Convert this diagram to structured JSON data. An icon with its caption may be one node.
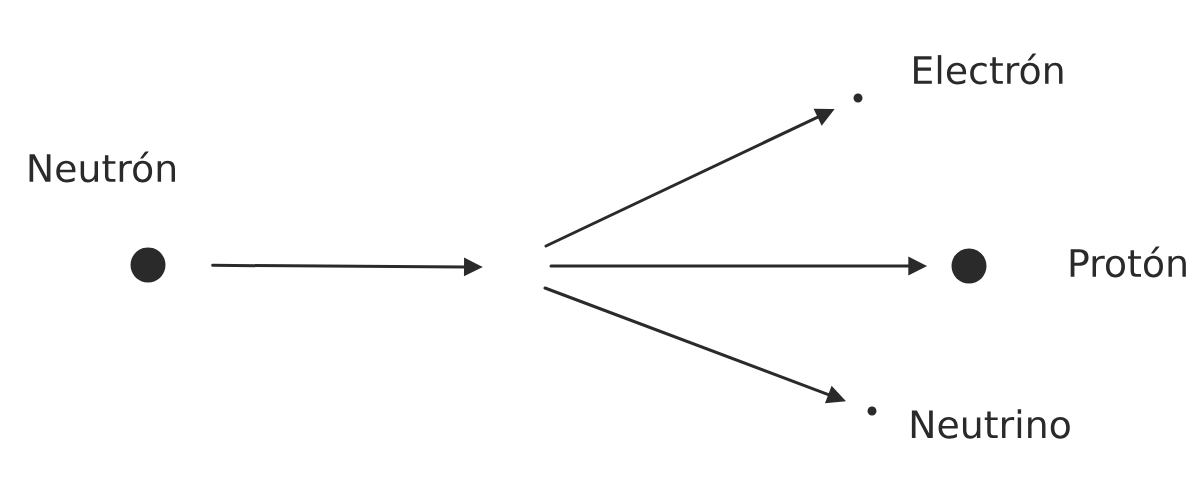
{
  "diagram": {
    "nodes": [
      {
        "text": [],
        "shape": "circle",
        "beside": [
          "Neutrón"
        ]
      },
      {
        "text": [],
        "shape": "circle",
        "beside": [
          "Electrón"
        ]
      },
      {
        "text": [],
        "shape": "circle",
        "beside": [
          "Protón"
        ]
      },
      {
        "text": [],
        "shape": "circle",
        "beside": [
          "Neutrino"
        ]
      }
    ],
    "edges": [
      {
        "from": 0,
        "to": null,
        "arrow": "to"
      },
      {
        "from": null,
        "to": 1,
        "arrow": "to"
      },
      {
        "from": null,
        "to": 2,
        "arrow": "to"
      },
      {
        "from": null,
        "to": 3,
        "arrow": "to"
      }
    ]
  }
}
